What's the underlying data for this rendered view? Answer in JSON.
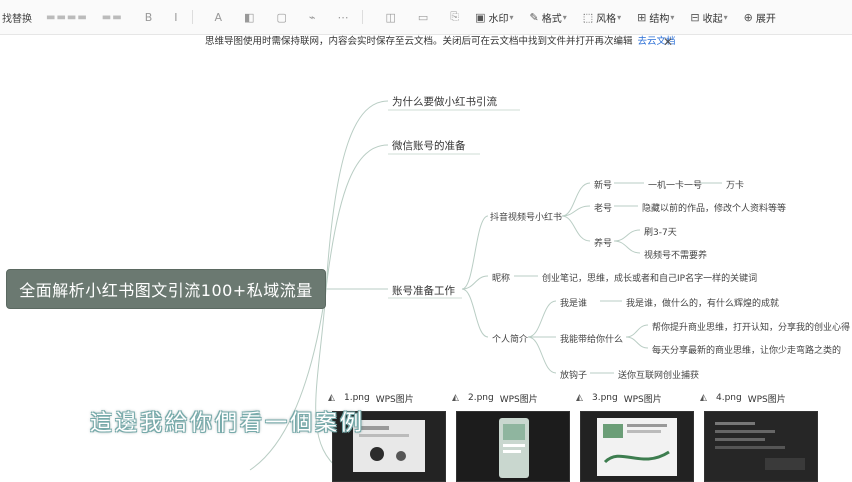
{
  "toolbar": {
    "first_item": "找替换",
    "faint_items": [
      "",
      ""
    ],
    "items": [
      {
        "icon": "image-icon",
        "glyph": "▣",
        "label": "水印",
        "caret": true
      },
      {
        "icon": "brush-icon",
        "glyph": "✎",
        "label": "格式",
        "caret": true
      },
      {
        "icon": "style-icon",
        "glyph": "⬚",
        "label": "风格",
        "caret": true
      },
      {
        "icon": "structure-icon",
        "glyph": "⊞",
        "label": "结构",
        "caret": true
      },
      {
        "icon": "collapse-icon",
        "glyph": "⊟",
        "label": "收起",
        "caret": true
      },
      {
        "icon": "expand-icon",
        "glyph": "⊕",
        "label": "展开",
        "caret": false
      }
    ]
  },
  "notice": {
    "text": "思维导图使用时需保持联网，内容会实时保存至云文档。关闭后可在云文档中找到文件并打开再次编辑",
    "link": "去云文档"
  },
  "mindmap": {
    "root": "全面解析小红书图文引流100+私域流量",
    "branches": {
      "why": "为什么要做小红书引流",
      "prep_wechat": "微信账号的准备",
      "account_prep": "账号准备工作"
    },
    "account": {
      "douyin": "抖音视频号小红书",
      "new": "新号",
      "new_detail": "一机一卡一号",
      "new_detail2": "万卡",
      "old": "老号",
      "old_detail": "隐藏以前的作品，修改个人资料等等",
      "raise": "养号",
      "raise_days": "刷3-7天",
      "raise_note": "视频号不需要养",
      "nickname": "昵称",
      "nickname_detail": "创业笔记，思维，成长或者和自己IP名字一样的关键词",
      "profile": "个人简介",
      "who": "我是谁",
      "who_detail": "我是谁，做什么的，有什么辉煌的成就",
      "give": "我能带给你什么",
      "give_1": "帮你提升商业思维，打开认知，分享我的创业心得",
      "give_2": "每天分享最新的商业思维，让你少走弯路之类的",
      "hook": "放钩子",
      "hook_detail": "送你互联网创业捕获"
    }
  },
  "attachments": [
    {
      "name": "1.png",
      "app": "WPS图片"
    },
    {
      "name": "2.png",
      "app": "WPS图片"
    },
    {
      "name": "3.png",
      "app": "WPS图片"
    },
    {
      "name": "4.png",
      "app": "WPS图片"
    }
  ],
  "subtitle": "這邊我給你們看一個案例",
  "colors": {
    "root_bg": "#6b7971",
    "line": "#b9cdc4",
    "link": "#2b6fd6"
  }
}
